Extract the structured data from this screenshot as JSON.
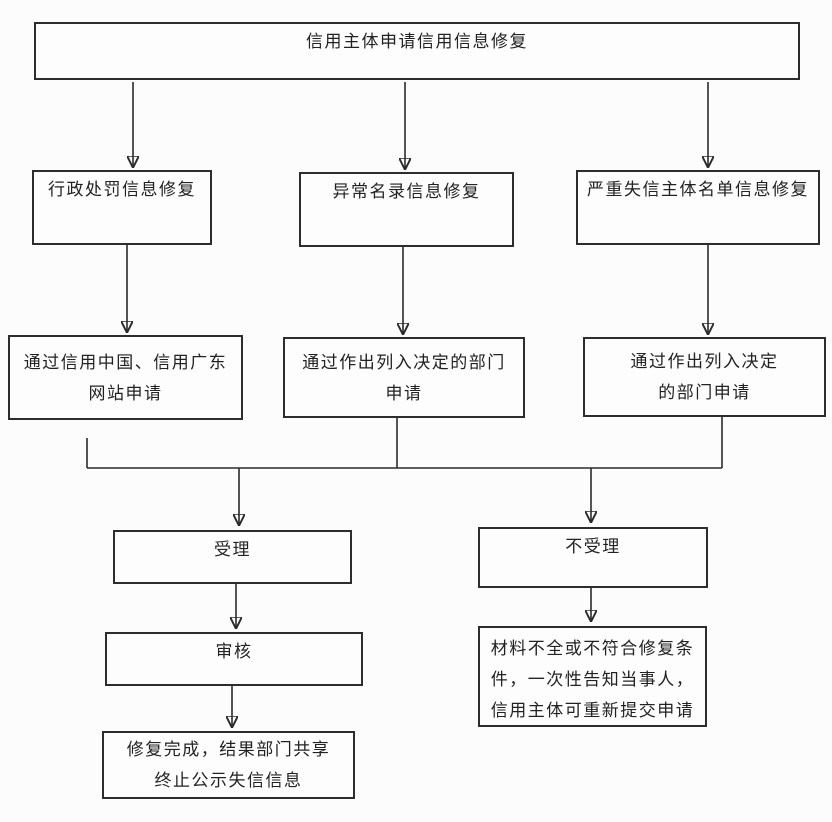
{
  "diagram_type": "flowchart",
  "nodes": {
    "apply": {
      "label": "信用主体申请信用信息修复"
    },
    "penalty": {
      "label": "行政处罚信息修复"
    },
    "abnormal": {
      "label": "异常名录信息修复"
    },
    "serious": {
      "label": "严重失信主体名单信息修复"
    },
    "via_website": {
      "label": "通过信用中国、信用广东\n网站申请"
    },
    "via_dept": {
      "label": "通过作出列入决定的部门\n申请"
    },
    "via_dept2": {
      "label": "通过作出列入决定\n的部门申请"
    },
    "accept": {
      "label": "受理"
    },
    "reject": {
      "label": "不受理"
    },
    "review": {
      "label": "审核"
    },
    "complete": {
      "label": "修复完成，结果部门共享\n终止公示失信信息"
    },
    "reject_notice": {
      "label": "材料不全或不符合修复条\n件，一次性告知当事人，\n信用主体可重新提交申请"
    }
  },
  "edges": [
    {
      "from": "apply",
      "to": "penalty"
    },
    {
      "from": "apply",
      "to": "abnormal"
    },
    {
      "from": "apply",
      "to": "serious"
    },
    {
      "from": "penalty",
      "to": "via_website"
    },
    {
      "from": "abnormal",
      "to": "via_dept"
    },
    {
      "from": "serious",
      "to": "via_dept2"
    },
    {
      "from": "via_website",
      "to": "accept"
    },
    {
      "from": "via_dept",
      "to": "accept"
    },
    {
      "from": "via_dept2",
      "to": "accept"
    },
    {
      "from": "via_website",
      "to": "reject"
    },
    {
      "from": "via_dept",
      "to": "reject"
    },
    {
      "from": "via_dept2",
      "to": "reject"
    },
    {
      "from": "accept",
      "to": "review"
    },
    {
      "from": "review",
      "to": "complete"
    },
    {
      "from": "reject",
      "to": "reject_notice"
    }
  ],
  "colors": {
    "line": "#2b2b2b",
    "border": "#2d2d2d",
    "background": "#fcfcfc",
    "text": "#222222"
  }
}
